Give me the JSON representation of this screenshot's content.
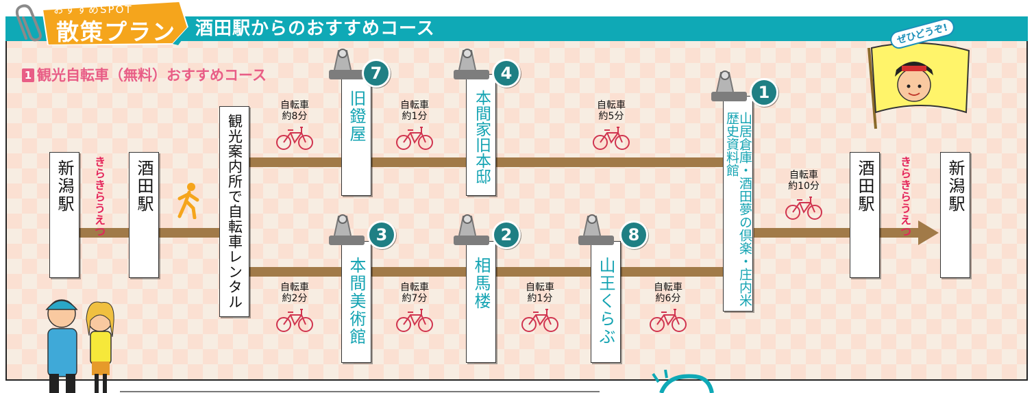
{
  "badge": {
    "sub": "おすすめSPOT",
    "main": "散策プラン"
  },
  "header": {
    "title": "酒田駅からのおすすめコース"
  },
  "section": {
    "num": "1",
    "title": "観光自転車（無料）おすすめコース"
  },
  "flag": {
    "text": "ぜひどうぞ!"
  },
  "stations": {
    "niigata_left": "新潟駅",
    "sakata_left": "酒田駅",
    "kanko": "観光案内所で自転車レンタル",
    "sakata_right": "酒田駅",
    "niigata_right": "新潟駅"
  },
  "train": {
    "left": "きらきらうえつ",
    "right": "きらきらうえつ"
  },
  "spots": {
    "s7": {
      "num": "7",
      "name": "旧鐙屋"
    },
    "s4": {
      "num": "4",
      "name": "本間家旧本邸"
    },
    "s1": {
      "num": "1",
      "name": "山居倉庫・酒田夢の倶楽・庄内米歴史資料館"
    },
    "s3": {
      "num": "3",
      "name": "本間美術館"
    },
    "s2": {
      "num": "2",
      "name": "相馬楼"
    },
    "s8": {
      "num": "8",
      "name": "山王くらぶ"
    }
  },
  "legs": {
    "top1": {
      "mode": "自転車",
      "time": "約8分"
    },
    "top2": {
      "mode": "自転車",
      "time": "約1分"
    },
    "top3": {
      "mode": "自転車",
      "time": "約5分"
    },
    "mid": {
      "mode": "自転車",
      "time": "約10分"
    },
    "bot1": {
      "mode": "自転車",
      "time": "約2分"
    },
    "bot2": {
      "mode": "自転車",
      "time": "約7分"
    },
    "bot3": {
      "mode": "自転車",
      "time": "約1分"
    },
    "bot4": {
      "mode": "自転車",
      "time": "約6分"
    }
  },
  "colors": {
    "teal": "#0fa9b6",
    "road": "#a17a48",
    "pink": "#e85d86",
    "badge": "#f5a51c"
  }
}
